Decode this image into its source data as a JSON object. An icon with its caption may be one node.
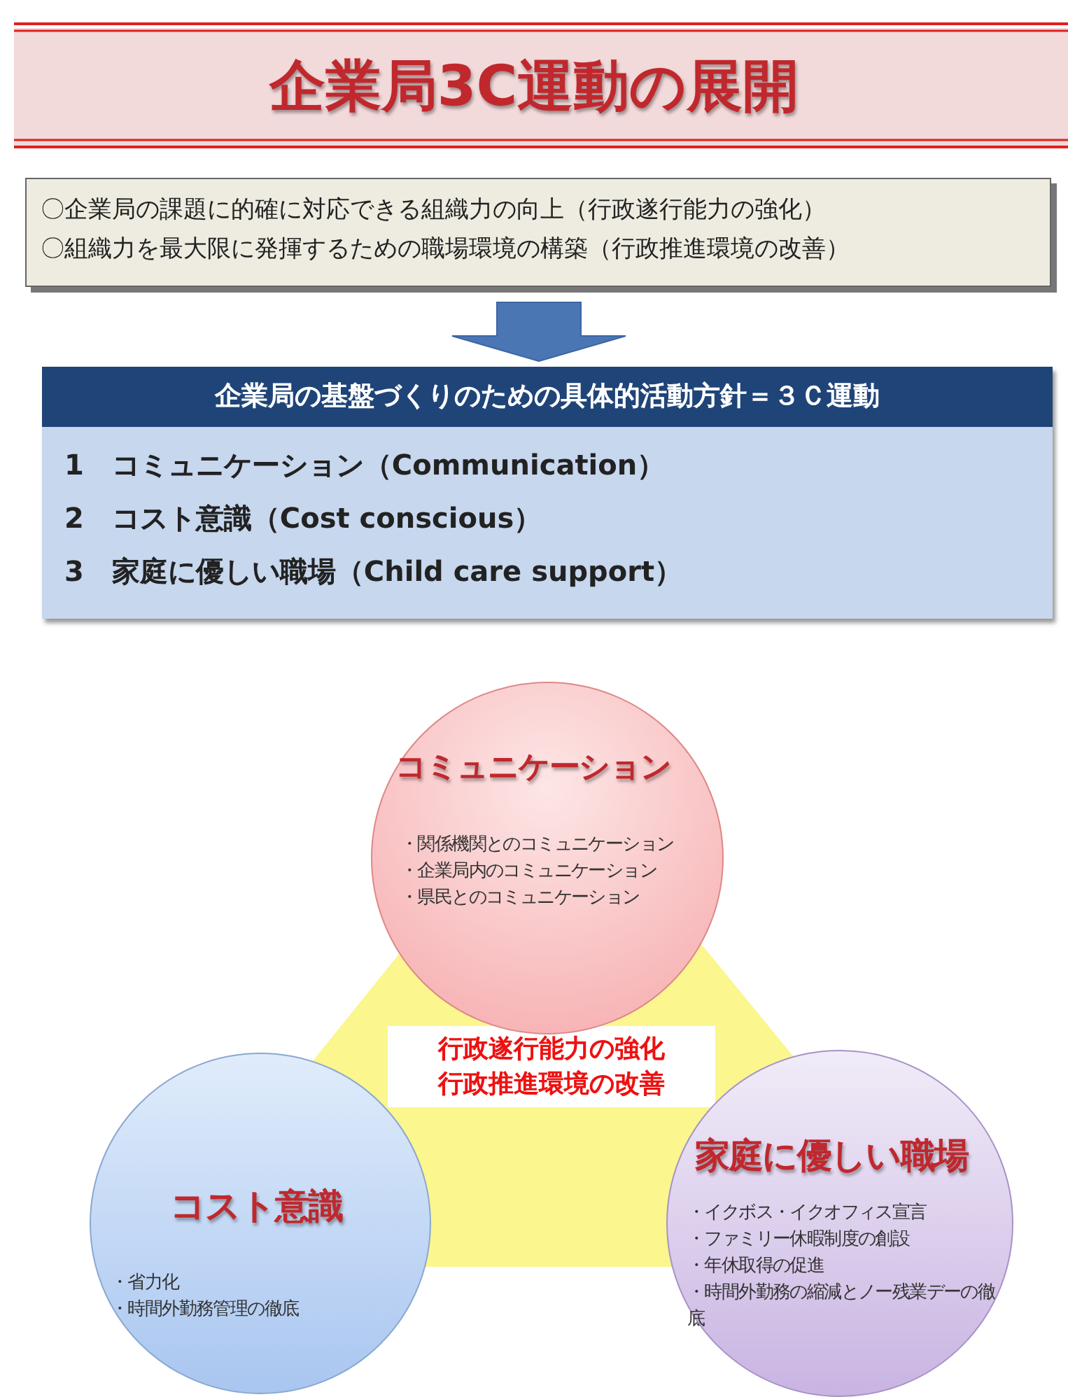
{
  "diagram": {
    "title": "企業局3C運動の展開",
    "nodes": [
      {
        "text": [
          "〇企業局の課題に的確に対応できる組織力の向上（行政遂行能力の強化）",
          "〇組織力を最大限に発揮するための職場環境の構築（行政推進環境の改善）"
        ]
      },
      {
        "text": [
          "企業局の基盤づくりのための具体的活動方針＝３Ｃ運動",
          "1　コミュニケーション（Communication）",
          "2　コスト意識（Cost conscious）",
          "3　家庭に優しい職場（Child care support）"
        ]
      },
      {
        "text": [
          "行政遂行能力の強化",
          "行政推進環境の改善"
        ]
      },
      {
        "text": [
          "コミュニケーション",
          "・関係機関とのコミュニケーション",
          "・企業局内のコミュニケーション",
          "・県民とのコミュニケーション"
        ]
      },
      {
        "text": [
          "コスト意識",
          "・省力化",
          "・時間外勤務管理の徹底"
        ]
      },
      {
        "text": [
          "家庭に優しい職場",
          "・イクボス・イクオフィス宣言",
          "・ファミリー休暇制度の創設",
          "・年休取得の促進",
          "・時間外勤務の縮減とノー残業デーの徹底"
        ]
      }
    ],
    "edges": [
      {
        "from": 0,
        "to": 1,
        "arrow": "to"
      }
    ]
  }
}
